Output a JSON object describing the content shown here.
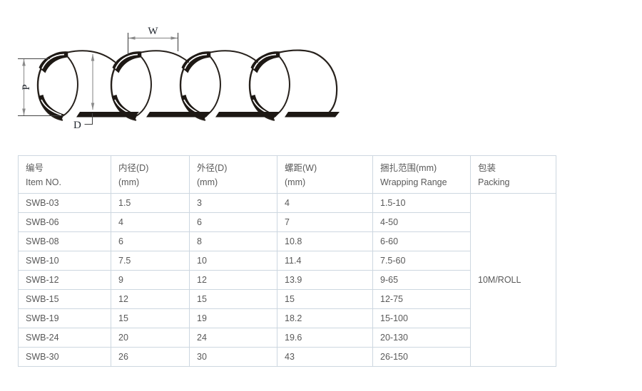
{
  "diagram": {
    "labels": {
      "pitch": "W",
      "height": "P",
      "diameter": "D"
    }
  },
  "table": {
    "columns": [
      {
        "zh": "编号",
        "en": "Item NO."
      },
      {
        "zh": "内径(D)",
        "en": "(mm)"
      },
      {
        "zh": "外径(D)",
        "en": "(mm)"
      },
      {
        "zh": "螺距(W)",
        "en": "(mm)"
      },
      {
        "zh": "捆扎范围(mm)",
        "en": "Wrapping Range"
      },
      {
        "zh": "包装",
        "en": "Packing"
      }
    ],
    "rows": [
      {
        "item": "SWB-03",
        "inner": "1.5",
        "outer": "3",
        "pitch": "4",
        "range": "1.5-10"
      },
      {
        "item": "SWB-06",
        "inner": "4",
        "outer": "6",
        "pitch": "7",
        "range": "4-50"
      },
      {
        "item": "SWB-08",
        "inner": "6",
        "outer": "8",
        "pitch": "10.8",
        "range": "6-60"
      },
      {
        "item": "SWB-10",
        "inner": "7.5",
        "outer": "10",
        "pitch": "11.4",
        "range": "7.5-60"
      },
      {
        "item": "SWB-12",
        "inner": "9",
        "outer": "12",
        "pitch": "13.9",
        "range": "9-65"
      },
      {
        "item": "SWB-15",
        "inner": "12",
        "outer": "15",
        "pitch": "15",
        "range": "12-75"
      },
      {
        "item": "SWB-19",
        "inner": "15",
        "outer": "19",
        "pitch": "18.2",
        "range": "15-100"
      },
      {
        "item": "SWB-24",
        "inner": "20",
        "outer": "24",
        "pitch": "19.6",
        "range": "20-130"
      },
      {
        "item": "SWB-30",
        "inner": "26",
        "outer": "30",
        "pitch": "43",
        "range": "26-150"
      }
    ],
    "packing": "10M/ROLL"
  },
  "colors": {
    "line": "#27211c",
    "bar": "#1d1814",
    "dim_line": "#969696",
    "tick_line": "#434343",
    "table_border": "#cdd7e0",
    "table_text": "#595959"
  }
}
